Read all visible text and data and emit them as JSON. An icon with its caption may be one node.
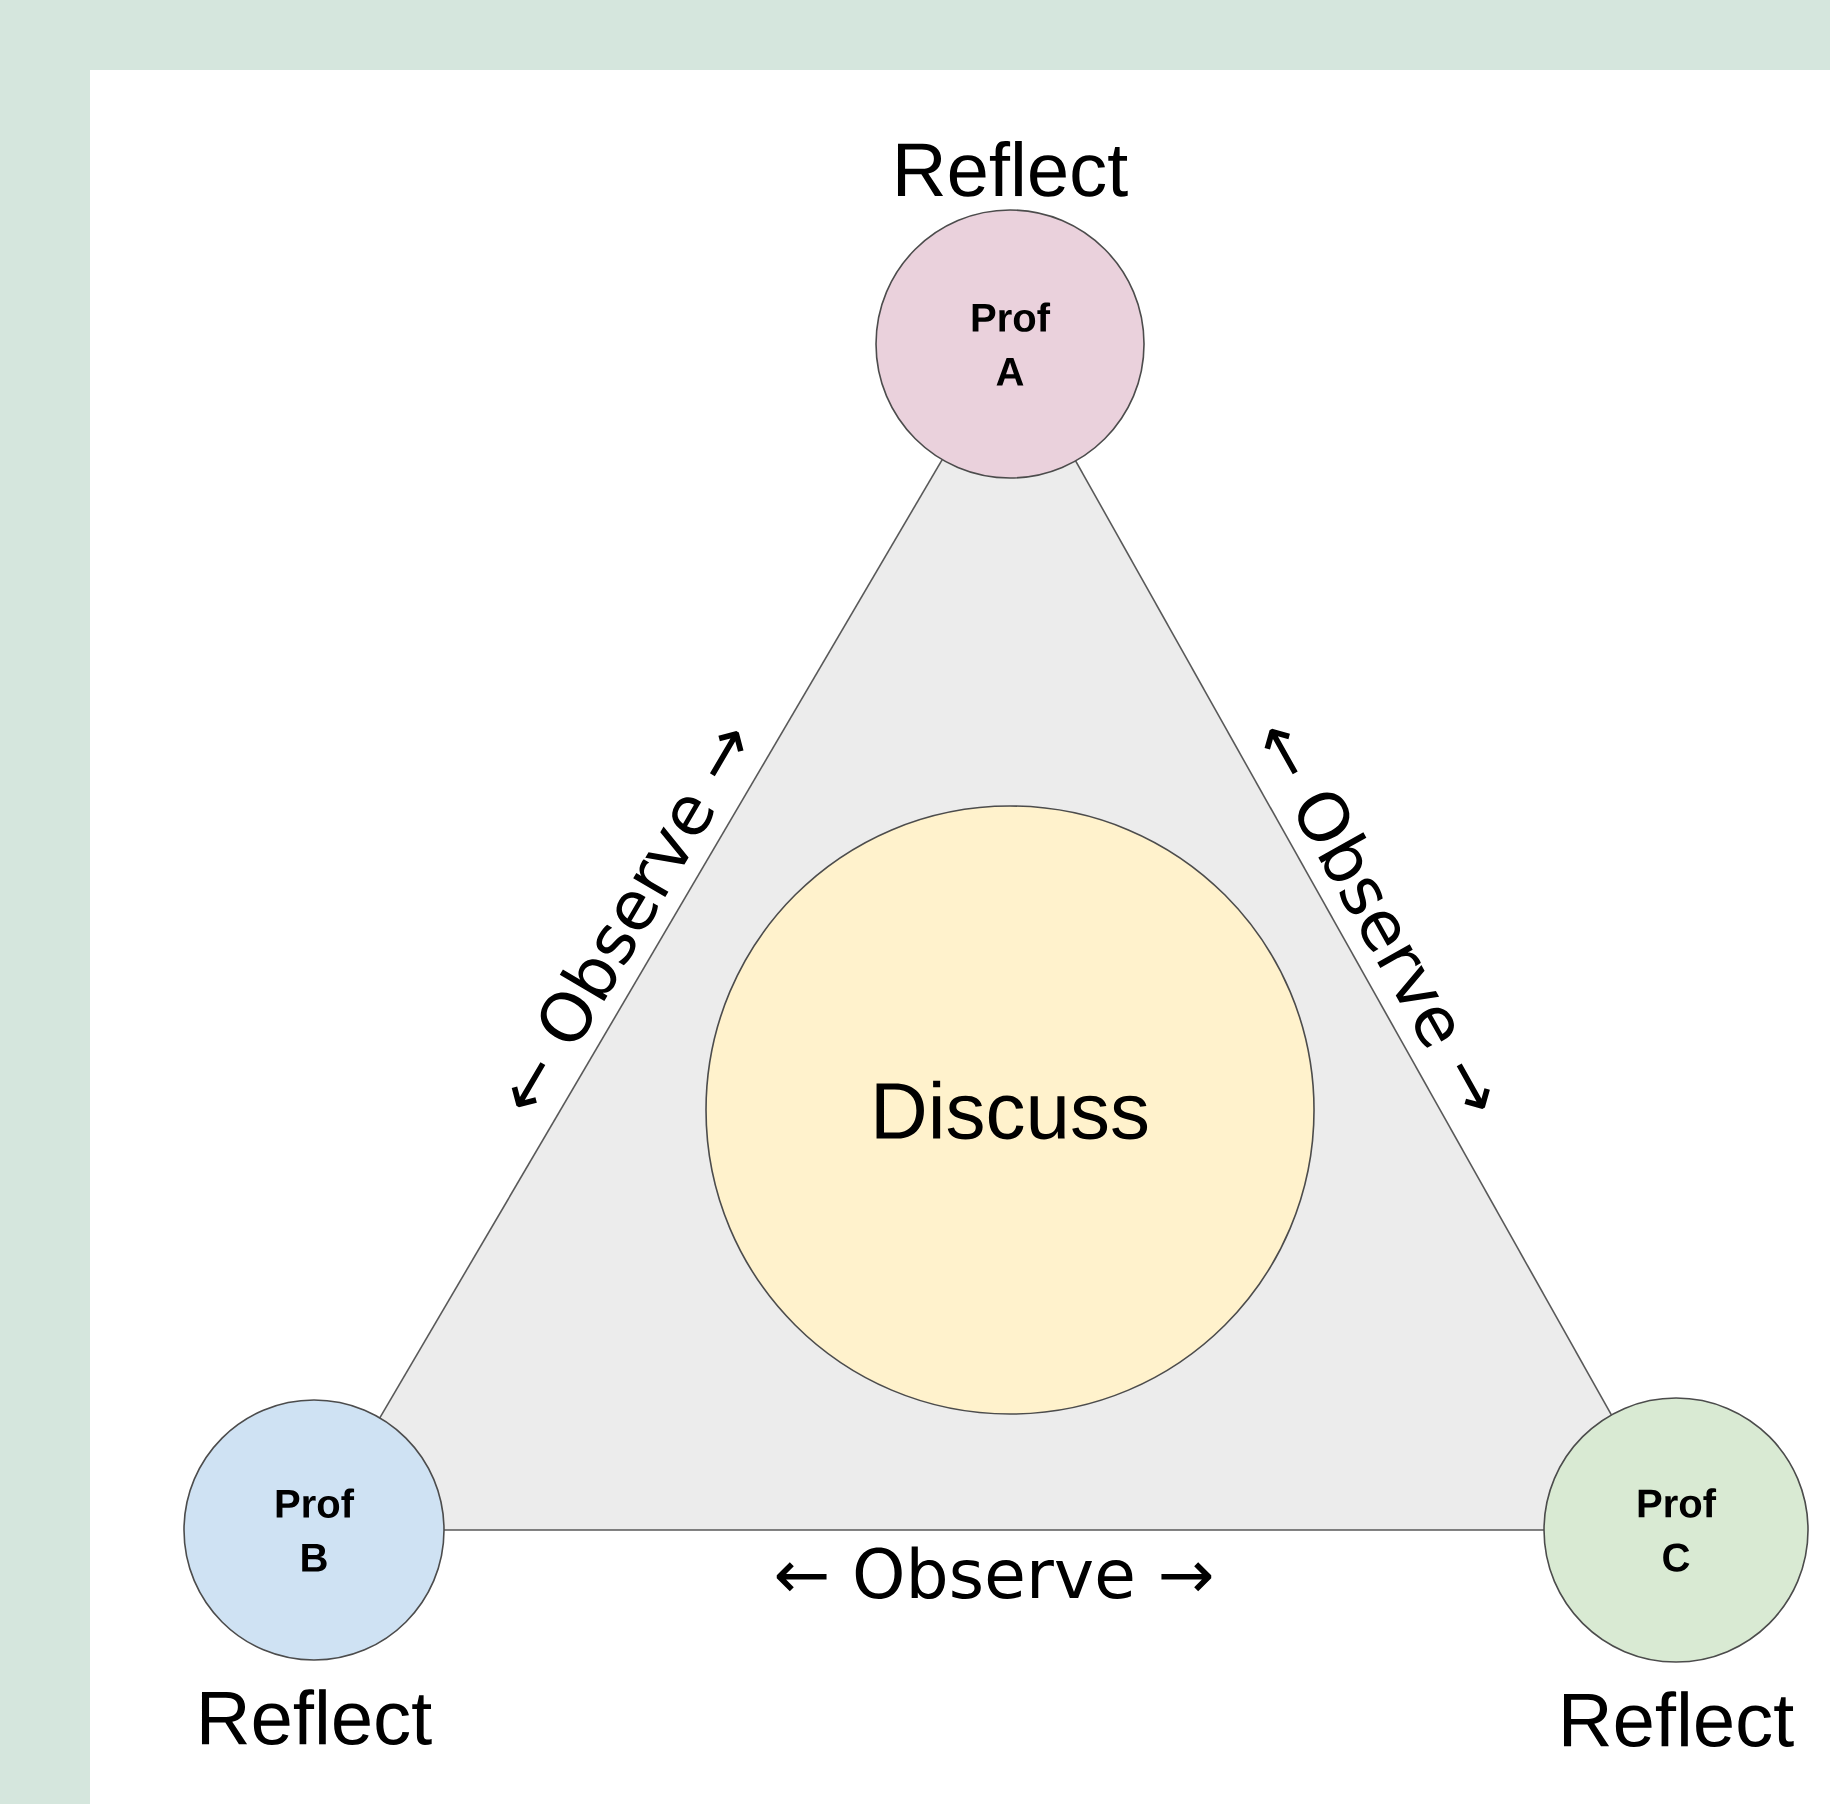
{
  "diagram": {
    "nodes": [
      {
        "text": [
          "Prof A"
        ],
        "beside": [
          "Reflect"
        ]
      },
      {
        "text": [
          "Prof B"
        ],
        "beside": [
          "Reflect"
        ]
      },
      {
        "text": [
          "Prof C"
        ],
        "beside": [
          "Reflect"
        ]
      },
      {
        "text": [
          "Discuss"
        ]
      }
    ],
    "edges": [
      {
        "from": 1,
        "to": 0,
        "arrow": "none",
        "label": "← Observe →"
      },
      {
        "from": 0,
        "to": 2,
        "arrow": "none",
        "label": "← Observe →"
      },
      {
        "from": 1,
        "to": 2,
        "arrow": "none",
        "label": "← Observe →"
      }
    ]
  }
}
